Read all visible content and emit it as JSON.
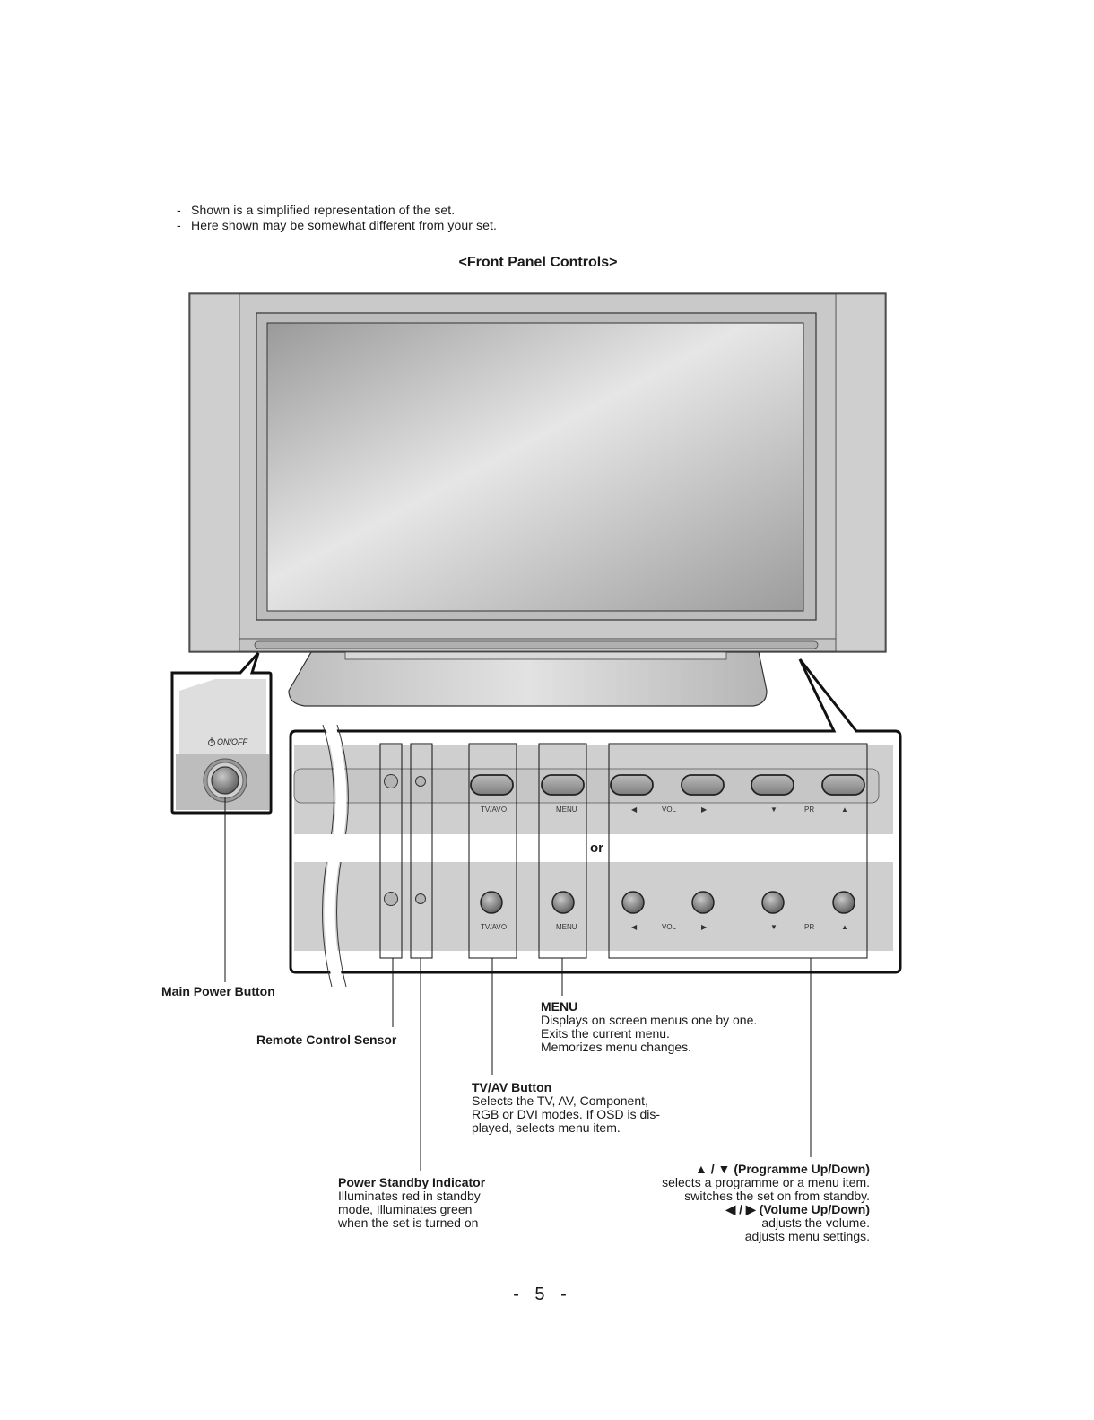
{
  "notes": [
    "Shown is a simplified representation of the set.",
    "Here shown may be somewhat different from your set."
  ],
  "note_dash": "-",
  "section_title": "<Front Panel Controls>",
  "onoff_label": "ON/OFF",
  "panel_labels": {
    "tvav": "TV/AV",
    "menu": "MENU",
    "vol": "VOL",
    "pr": "PR",
    "or": "or"
  },
  "callouts": {
    "main_power": {
      "title": "Main Power Button"
    },
    "remote_sensor": {
      "title": "Remote Control Sensor"
    },
    "menu": {
      "title": "MENU",
      "lines": [
        "Displays on screen menus one by one.",
        "Exits the current menu.",
        "Memorizes menu changes."
      ]
    },
    "tvav": {
      "title": "TV/AV Button",
      "lines": [
        "Selects the TV, AV, Component,",
        "RGB or DVI modes. If OSD is dis-",
        "played, selects menu item."
      ]
    },
    "standby": {
      "title": "Power Standby Indicator",
      "lines": [
        "Illuminates red in standby",
        "mode, Illuminates green",
        "when the set is turned on"
      ]
    },
    "programme": {
      "title_symbols": "▲ / ▼",
      "title": "(Programme Up/Down)",
      "lines": [
        "selects a programme or a menu item.",
        "switches the set on from standby."
      ],
      "vol_symbols": "◀ / ▶",
      "vol_title": "(Volume Up/Down)",
      "vol_lines": [
        "adjusts the volume.",
        "adjusts menu settings."
      ]
    }
  },
  "page_number": "- 5 -"
}
